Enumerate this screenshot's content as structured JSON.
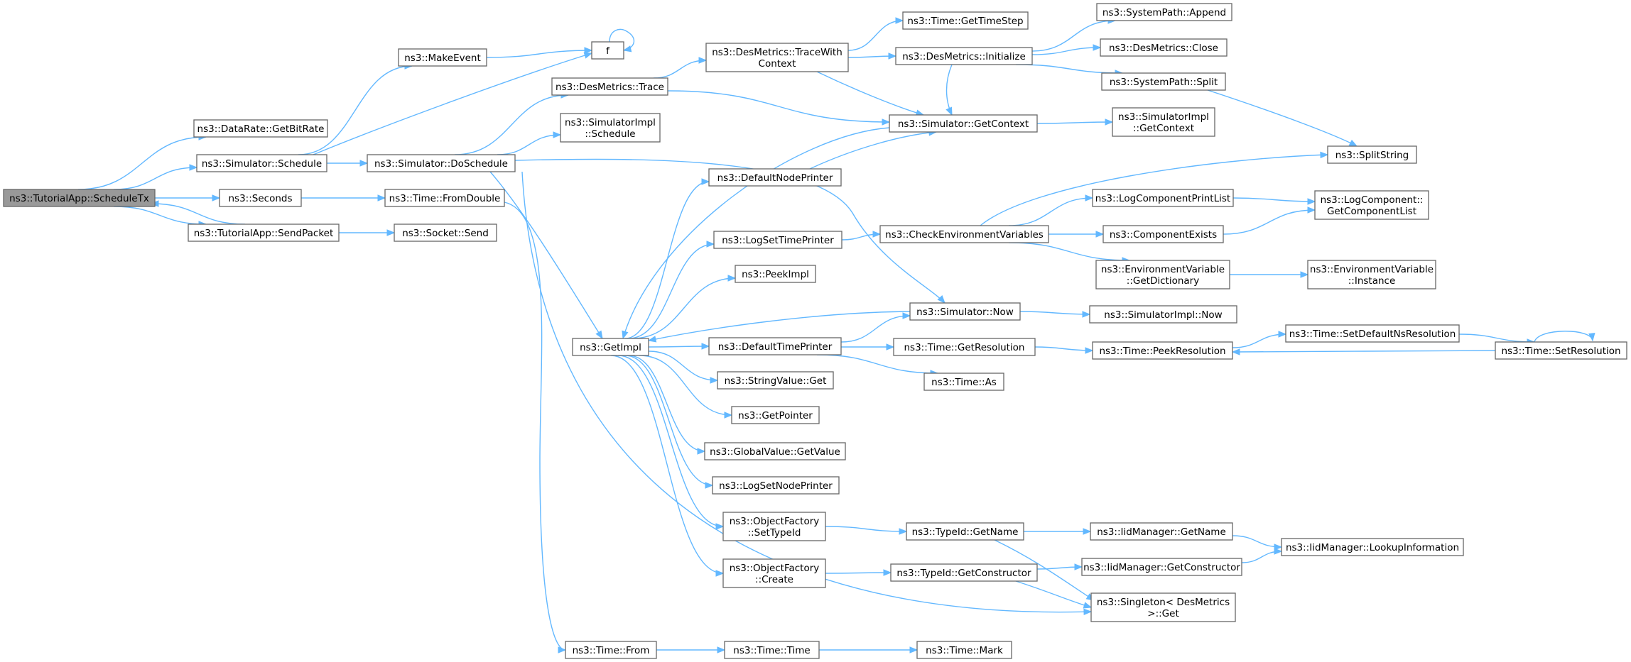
{
  "diagram": {
    "type": "call-graph",
    "colors": {
      "edge": "#63b8ff",
      "root_fill": "#999999",
      "node_fill": "#ffffff",
      "node_border": "#666666"
    },
    "nodes": [
      {
        "id": "schedtx",
        "lines": [
          "ns3::TutorialApp::ScheduleTx"
        ],
        "root": true
      },
      {
        "id": "getbitrate",
        "lines": [
          "ns3::DataRate::GetBitRate"
        ]
      },
      {
        "id": "simsched",
        "lines": [
          "ns3::Simulator::Schedule"
        ]
      },
      {
        "id": "seconds",
        "lines": [
          "ns3::Seconds"
        ]
      },
      {
        "id": "sendpacket",
        "lines": [
          "ns3::TutorialApp::SendPacket"
        ]
      },
      {
        "id": "makeevent",
        "lines": [
          "ns3::MakeEvent"
        ]
      },
      {
        "id": "f",
        "lines": [
          "f"
        ]
      },
      {
        "id": "dosched",
        "lines": [
          "ns3::Simulator::DoSchedule"
        ]
      },
      {
        "id": "fromdouble",
        "lines": [
          "ns3::Time::FromDouble"
        ]
      },
      {
        "id": "socksend",
        "lines": [
          "ns3::Socket::Send"
        ]
      },
      {
        "id": "dmtrace",
        "lines": [
          "ns3::DesMetrics::Trace"
        ]
      },
      {
        "id": "simimplsched",
        "lines": [
          "ns3::SimulatorImpl",
          "::Schedule"
        ]
      },
      {
        "id": "getimpl",
        "lines": [
          "ns3::GetImpl"
        ]
      },
      {
        "id": "timefrom",
        "lines": [
          "ns3::Time::From"
        ]
      },
      {
        "id": "dmtracectx",
        "lines": [
          "ns3::DesMetrics::TraceWith",
          "Context"
        ]
      },
      {
        "id": "defnodeprinter",
        "lines": [
          "ns3::DefaultNodePrinter"
        ]
      },
      {
        "id": "logsettime",
        "lines": [
          "ns3::LogSetTimePrinter"
        ]
      },
      {
        "id": "peekimpl",
        "lines": [
          "ns3::PeekImpl"
        ]
      },
      {
        "id": "deftimeprinter",
        "lines": [
          "ns3::DefaultTimePrinter"
        ]
      },
      {
        "id": "strget",
        "lines": [
          "ns3::StringValue::Get"
        ]
      },
      {
        "id": "getpointer",
        "lines": [
          "ns3::GetPointer"
        ]
      },
      {
        "id": "gvgetvalue",
        "lines": [
          "ns3::GlobalValue::GetValue"
        ]
      },
      {
        "id": "logsetnode",
        "lines": [
          "ns3::LogSetNodePrinter"
        ]
      },
      {
        "id": "ofsettypeid",
        "lines": [
          "ns3::ObjectFactory",
          "::SetTypeId"
        ]
      },
      {
        "id": "ofcreate",
        "lines": [
          "ns3::ObjectFactory",
          "::Create"
        ]
      },
      {
        "id": "timetime",
        "lines": [
          "ns3::Time::Time"
        ]
      },
      {
        "id": "gettimestep",
        "lines": [
          "ns3::Time::GetTimeStep"
        ]
      },
      {
        "id": "dminit",
        "lines": [
          "ns3::DesMetrics::Initialize"
        ]
      },
      {
        "id": "simgetctx",
        "lines": [
          "ns3::Simulator::GetContext"
        ]
      },
      {
        "id": "checkenv",
        "lines": [
          "ns3::CheckEnvironmentVariables"
        ]
      },
      {
        "id": "simnow",
        "lines": [
          "ns3::Simulator::Now"
        ]
      },
      {
        "id": "getres",
        "lines": [
          "ns3::Time::GetResolution"
        ]
      },
      {
        "id": "timeas",
        "lines": [
          "ns3::Time::As"
        ]
      },
      {
        "id": "tidgetname",
        "lines": [
          "ns3::TypeId::GetName"
        ]
      },
      {
        "id": "tidgetctor",
        "lines": [
          "ns3::TypeId::GetConstructor"
        ]
      },
      {
        "id": "timemark",
        "lines": [
          "ns3::Time::Mark"
        ]
      },
      {
        "id": "spappend",
        "lines": [
          "ns3::SystemPath::Append"
        ]
      },
      {
        "id": "dmclose",
        "lines": [
          "ns3::DesMetrics::Close"
        ]
      },
      {
        "id": "spsplit",
        "lines": [
          "ns3::SystemPath::Split"
        ]
      },
      {
        "id": "simimplgetctx",
        "lines": [
          "ns3::SimulatorImpl",
          "::GetContext"
        ]
      },
      {
        "id": "logcompprint",
        "lines": [
          "ns3::LogComponentPrintList"
        ]
      },
      {
        "id": "compexists",
        "lines": [
          "ns3::ComponentExists"
        ]
      },
      {
        "id": "envgetdict",
        "lines": [
          "ns3::EnvironmentVariable",
          "::GetDictionary"
        ]
      },
      {
        "id": "simimplnow",
        "lines": [
          "ns3::SimulatorImpl::Now"
        ]
      },
      {
        "id": "peekres",
        "lines": [
          "ns3::Time::PeekResolution"
        ]
      },
      {
        "id": "iidgetname",
        "lines": [
          "ns3::IidManager::GetName"
        ]
      },
      {
        "id": "iidgetctor",
        "lines": [
          "ns3::IidManager::GetConstructor"
        ]
      },
      {
        "id": "singleton",
        "lines": [
          "ns3::Singleton< DesMetrics",
          " >::Get"
        ]
      },
      {
        "id": "splitstring",
        "lines": [
          "ns3::SplitString"
        ]
      },
      {
        "id": "lcgetlist",
        "lines": [
          "ns3::LogComponent::",
          "GetComponentList"
        ]
      },
      {
        "id": "envinstance",
        "lines": [
          "ns3::EnvironmentVariable",
          "::Instance"
        ]
      },
      {
        "id": "setdefns",
        "lines": [
          "ns3::Time::SetDefaultNsResolution"
        ]
      },
      {
        "id": "iidlookup",
        "lines": [
          "ns3::IidManager::LookupInformation"
        ]
      },
      {
        "id": "setres",
        "lines": [
          "ns3::Time::SetResolution"
        ]
      }
    ],
    "edges": [
      [
        "schedtx",
        "getbitrate"
      ],
      [
        "schedtx",
        "simsched"
      ],
      [
        "schedtx",
        "seconds"
      ],
      [
        "schedtx",
        "sendpacket"
      ],
      [
        "sendpacket",
        "schedtx"
      ],
      [
        "sendpacket",
        "socksend"
      ],
      [
        "simsched",
        "makeevent"
      ],
      [
        "simsched",
        "f"
      ],
      [
        "simsched",
        "dosched"
      ],
      [
        "makeevent",
        "f"
      ],
      [
        "f",
        "f"
      ],
      [
        "seconds",
        "fromdouble"
      ],
      [
        "fromdouble",
        "timefrom"
      ],
      [
        "dosched",
        "dmtrace"
      ],
      [
        "dosched",
        "simimplsched"
      ],
      [
        "dosched",
        "getimpl"
      ],
      [
        "dosched",
        "simnow"
      ],
      [
        "dosched",
        "singleton"
      ],
      [
        "dmtrace",
        "dmtracectx"
      ],
      [
        "dmtrace",
        "simgetctx"
      ],
      [
        "dmtracectx",
        "gettimestep"
      ],
      [
        "dmtracectx",
        "dminit"
      ],
      [
        "dmtracectx",
        "simgetctx"
      ],
      [
        "dminit",
        "spappend"
      ],
      [
        "dminit",
        "dmclose"
      ],
      [
        "dminit",
        "spsplit"
      ],
      [
        "dminit",
        "simgetctx"
      ],
      [
        "spsplit",
        "splitstring"
      ],
      [
        "simgetctx",
        "simimplgetctx"
      ],
      [
        "simgetctx",
        "getimpl"
      ],
      [
        "getimpl",
        "defnodeprinter"
      ],
      [
        "getimpl",
        "logsettime"
      ],
      [
        "getimpl",
        "peekimpl"
      ],
      [
        "getimpl",
        "deftimeprinter"
      ],
      [
        "getimpl",
        "strget"
      ],
      [
        "getimpl",
        "getpointer"
      ],
      [
        "getimpl",
        "gvgetvalue"
      ],
      [
        "getimpl",
        "logsetnode"
      ],
      [
        "getimpl",
        "ofsettypeid"
      ],
      [
        "getimpl",
        "ofcreate"
      ],
      [
        "defnodeprinter",
        "simgetctx"
      ],
      [
        "logsettime",
        "checkenv"
      ],
      [
        "checkenv",
        "splitstring"
      ],
      [
        "checkenv",
        "logcompprint"
      ],
      [
        "checkenv",
        "compexists"
      ],
      [
        "checkenv",
        "envgetdict"
      ],
      [
        "logcompprint",
        "lcgetlist"
      ],
      [
        "compexists",
        "lcgetlist"
      ],
      [
        "envgetdict",
        "envinstance"
      ],
      [
        "deftimeprinter",
        "simnow"
      ],
      [
        "deftimeprinter",
        "getres"
      ],
      [
        "deftimeprinter",
        "timeas"
      ],
      [
        "simnow",
        "getimpl"
      ],
      [
        "simnow",
        "simimplnow"
      ],
      [
        "getres",
        "peekres"
      ],
      [
        "peekres",
        "setdefns"
      ],
      [
        "setdefns",
        "setres"
      ],
      [
        "setres",
        "peekres"
      ],
      [
        "setres",
        "setres"
      ],
      [
        "ofsettypeid",
        "tidgetname"
      ],
      [
        "ofcreate",
        "tidgetctor"
      ],
      [
        "tidgetname",
        "iidgetname"
      ],
      [
        "tidgetname",
        "singleton"
      ],
      [
        "tidgetctor",
        "iidgetctor"
      ],
      [
        "tidgetctor",
        "singleton"
      ],
      [
        "iidgetname",
        "iidlookup"
      ],
      [
        "iidgetctor",
        "iidlookup"
      ],
      [
        "timefrom",
        "timetime"
      ],
      [
        "timetime",
        "timemark"
      ]
    ]
  }
}
